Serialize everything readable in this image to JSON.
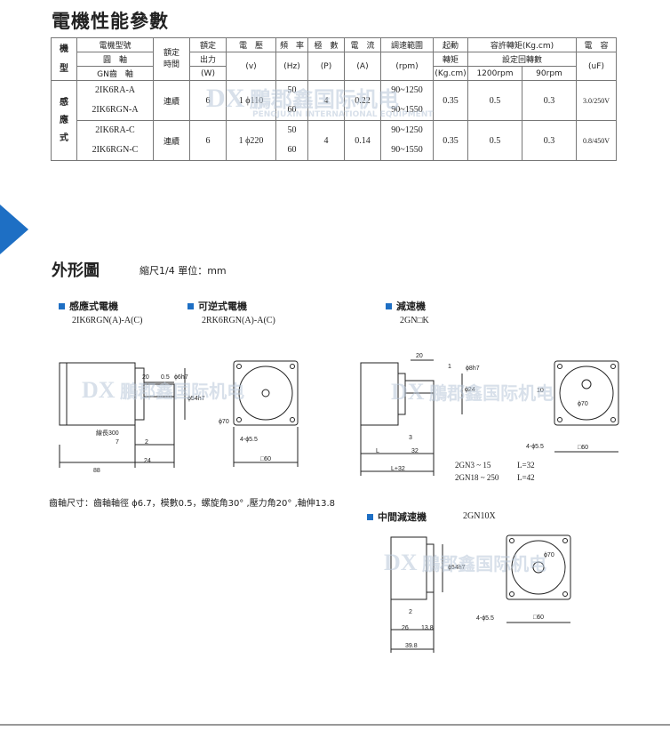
{
  "title": "電機性能參數",
  "table": {
    "header": {
      "col1": [
        "機",
        "型"
      ],
      "model": [
        "電機型號",
        "圓　軸",
        "GN齒　軸"
      ],
      "rated_time": "額定時間",
      "rated_output": [
        "額定",
        "出力",
        "(W)"
      ],
      "voltage": [
        "電　壓",
        "(v)"
      ],
      "frequency": [
        "頻　率",
        "(Hz)"
      ],
      "poles": [
        "極　數",
        "(P)"
      ],
      "current": [
        "電　流",
        "(A)"
      ],
      "speed_range": [
        "調速範圍",
        "(rpm)"
      ],
      "start_torque": [
        "起動",
        "轉矩",
        "(Kg.cm)"
      ],
      "allowed_torque": "容許轉矩(Kg.cm)",
      "set_speed": "設定回轉數",
      "rpm1200": "1200rpm",
      "rpm90": "90rpm",
      "capacitor": [
        "電　容",
        "(uF)"
      ]
    },
    "type_label": [
      "感",
      "應",
      "式"
    ],
    "groups": [
      {
        "models": [
          "2IK6RA-A",
          "2IK6RGN-A"
        ],
        "time": "連續",
        "output": "6",
        "voltage": "1 ϕ110",
        "freq": [
          "50",
          "60"
        ],
        "poles": "4",
        "current": "0.22",
        "speed": [
          "90~1250",
          "90~1550"
        ],
        "start_torque": "0.35",
        "t1200": "0.5",
        "t90": "0.3",
        "cap": "3.0/250V"
      },
      {
        "models": [
          "2IK6RA-C",
          "2IK6RGN-C"
        ],
        "time": "連續",
        "output": "6",
        "voltage": "1 ϕ220",
        "freq": [
          "50",
          "60"
        ],
        "poles": "4",
        "current": "0.14",
        "speed": [
          "90~1250",
          "90~1550"
        ],
        "start_torque": "0.35",
        "t1200": "0.5",
        "t90": "0.3",
        "cap": "0.8/450V"
      }
    ]
  },
  "section2": {
    "title": "外形圖",
    "scale": "縮尺1/4 單位：mm"
  },
  "drawings": {
    "induction": {
      "label": "感應式電機",
      "model": "2IK6RGN(A)-A(C)"
    },
    "reversible": {
      "label": "可逆式電機",
      "model": "2RK6RGN(A)-A(C)"
    },
    "gearbox": {
      "label": "減速機",
      "model": "2GN□K"
    },
    "intermediate": {
      "label": "中間減速機",
      "model": "2GN10X"
    }
  },
  "dims": {
    "motor": {
      "d20": "20",
      "d05": "0.5",
      "d6h7": "ϕ6h7",
      "d54h7": "ϕ54h7",
      "lead": "線長300",
      "d7": "7",
      "d2": "2",
      "d88": "88",
      "d24": "24"
    },
    "motor_front": {
      "d70": "ϕ70",
      "holes": "4-ϕ5.5",
      "sq": "□60"
    },
    "gear": {
      "d20": "20",
      "d1": "1",
      "d8h7": "ϕ8h7",
      "d24": "ϕ24",
      "d3": "3",
      "dL": "L",
      "d32": "32",
      "dL32": "L+32",
      "r1": "2GN3 ~ 15",
      "r1v": "L=32",
      "r2": "2GN18 ~ 250",
      "r2v": "L=42"
    },
    "gear_front": {
      "d10": "10",
      "d70": "ϕ70",
      "holes": "4-ϕ5.5",
      "sq": "□60"
    },
    "inter": {
      "d54h7": "ϕ54h7",
      "d2": "2",
      "d26": "26",
      "d138": "13.8",
      "d398": "39.8"
    },
    "inter_front": {
      "d70": "ϕ70",
      "holes": "4-ϕ5.5",
      "sq": "□60"
    }
  },
  "gear_note": "齒軸尺寸：齒軸軸徑 ϕ6.7，模數0.5，螺旋角30° ,壓力角20° ,軸伸13.8",
  "watermark": {
    "logo": "DX",
    "cn": "鵬郡鑫国际机电",
    "en": "PENGJUXIN  INTERNATIONAL  EQUIPMENT"
  }
}
